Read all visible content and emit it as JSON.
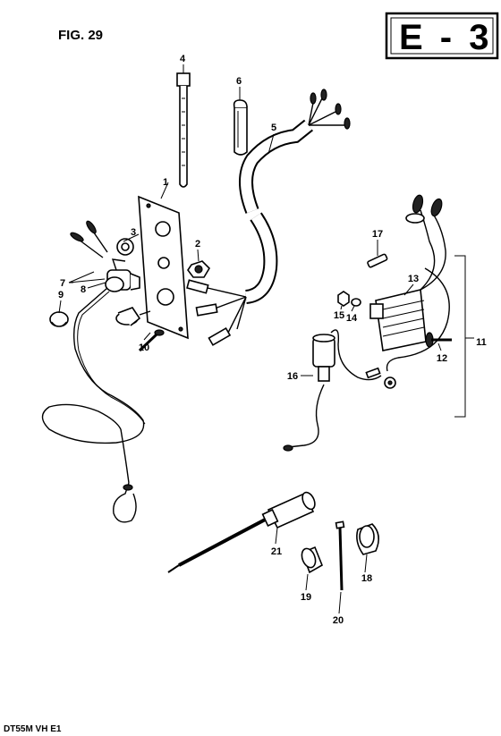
{
  "header": {
    "figure_label": "FIG. 29",
    "section_code": "E - 3"
  },
  "footer": {
    "model_code": "DT55M VH E1"
  },
  "callouts": [
    "1",
    "2",
    "3",
    "4",
    "5",
    "6",
    "7",
    "8",
    "9",
    "10",
    "11",
    "12",
    "13",
    "14",
    "15",
    "16",
    "17",
    "18",
    "19",
    "20",
    "21"
  ]
}
